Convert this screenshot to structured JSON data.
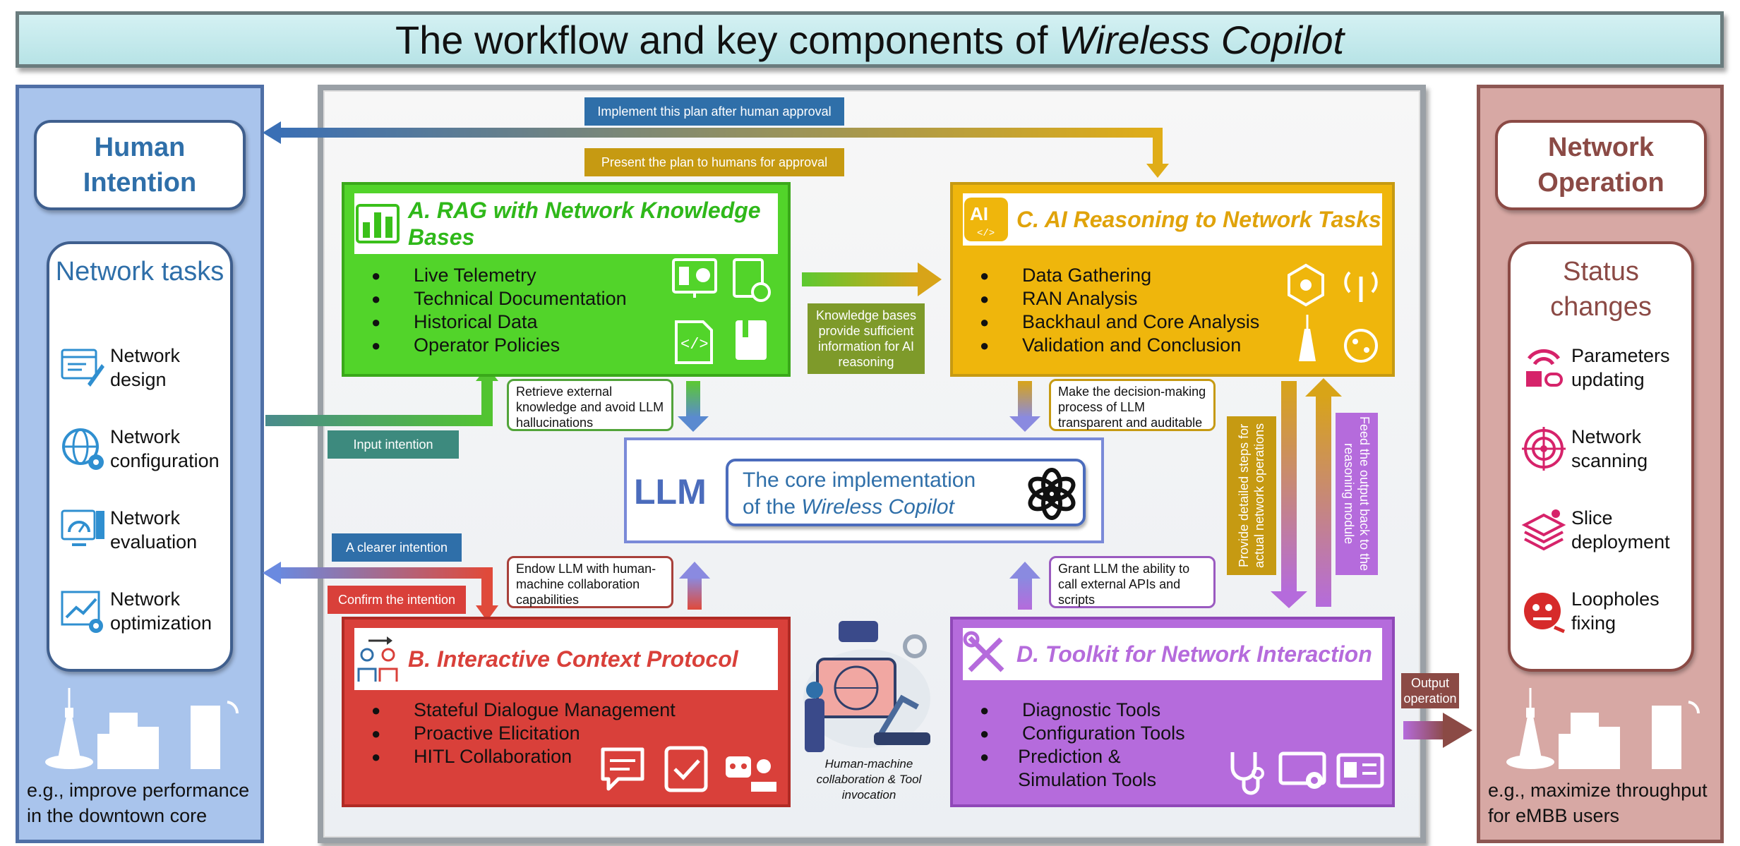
{
  "title": {
    "prefix": "The workflow and key components of ",
    "italic": "Wireless Copilot"
  },
  "left": {
    "header": "Human Intention",
    "tasks_title": "Network tasks",
    "tasks": [
      {
        "icon": "network-design-icon",
        "label": "Network design"
      },
      {
        "icon": "globe-gear-icon",
        "label": "Network configuration"
      },
      {
        "icon": "speedometer-monitor-icon",
        "label": "Network evaluation"
      },
      {
        "icon": "trend-gear-icon",
        "label": "Network optimization"
      }
    ],
    "example": "e.g., improve performance in the downtown core"
  },
  "right": {
    "header": "Network Operation",
    "changes_title": "Status changes",
    "changes": [
      {
        "icon": "parameters-updating-icon",
        "label": "Parameters updating"
      },
      {
        "icon": "radar-scan-icon",
        "label": "Network scanning"
      },
      {
        "icon": "stack-layers-icon",
        "label": "Slice deployment"
      },
      {
        "icon": "bug-fix-icon",
        "label": "Loopholes fixing"
      }
    ],
    "example": "e.g., maximize throughput for eMBB users"
  },
  "modules": {
    "A": {
      "title": "A. RAG with Network Knowledge Bases",
      "items": [
        "Live Telemetry",
        "Technical Documentation",
        "Historical Data",
        "Operator Policies"
      ]
    },
    "B": {
      "title": "B. Interactive Context Protocol",
      "items": [
        "Stateful Dialogue Management",
        "Proactive Elicitation",
        "HITL Collaboration"
      ]
    },
    "C": {
      "title": "C. AI Reasoning to Network Tasks",
      "icon_text": "AI",
      "items": [
        "Data Gathering",
        "RAN Analysis",
        "Backhaul and Core Analysis",
        "Validation and Conclusion"
      ]
    },
    "D": {
      "title": "D. Toolkit for Network Interaction",
      "items": [
        "Diagnostic Tools",
        "Configuration Tools",
        "Prediction & Simulation Tools"
      ]
    }
  },
  "llm": {
    "label": "LLM",
    "core_line1": "The core implementation",
    "core_line2_prefix": "of the ",
    "core_line2_italic": "Wireless Copilot"
  },
  "labels": {
    "implement": "Implement this plan after human approval",
    "present": "Present the plan to humans for approval",
    "input_intention": "Input intention",
    "clearer": "A clearer intention",
    "confirm": "Confirm the intention",
    "kb_sufficient": "Knowledge bases provide sufficient information for AI reasoning",
    "retrieve": "Retrieve external knowledge and avoid LLM hallucinations",
    "decision": "Make the decision-making process of LLM transparent and auditable",
    "endow": "Endow LLM with human-machine collaboration capabilities",
    "grant": "Grant LLM the ability to call external APIs and scripts",
    "detailed_steps": "Provide detailed steps for actual network operations",
    "feed_back": "Feed the output back to the reasoning module",
    "output_op": "Output operation",
    "hm_caption": "Human-machine collaboration & Tool invocation"
  },
  "colors": {
    "green": "#52d42a",
    "red": "#d9403a",
    "orange": "#efb60c",
    "purple": "#b56bdc",
    "blue": "#2f6fa9",
    "brown": "#8b4a45"
  }
}
